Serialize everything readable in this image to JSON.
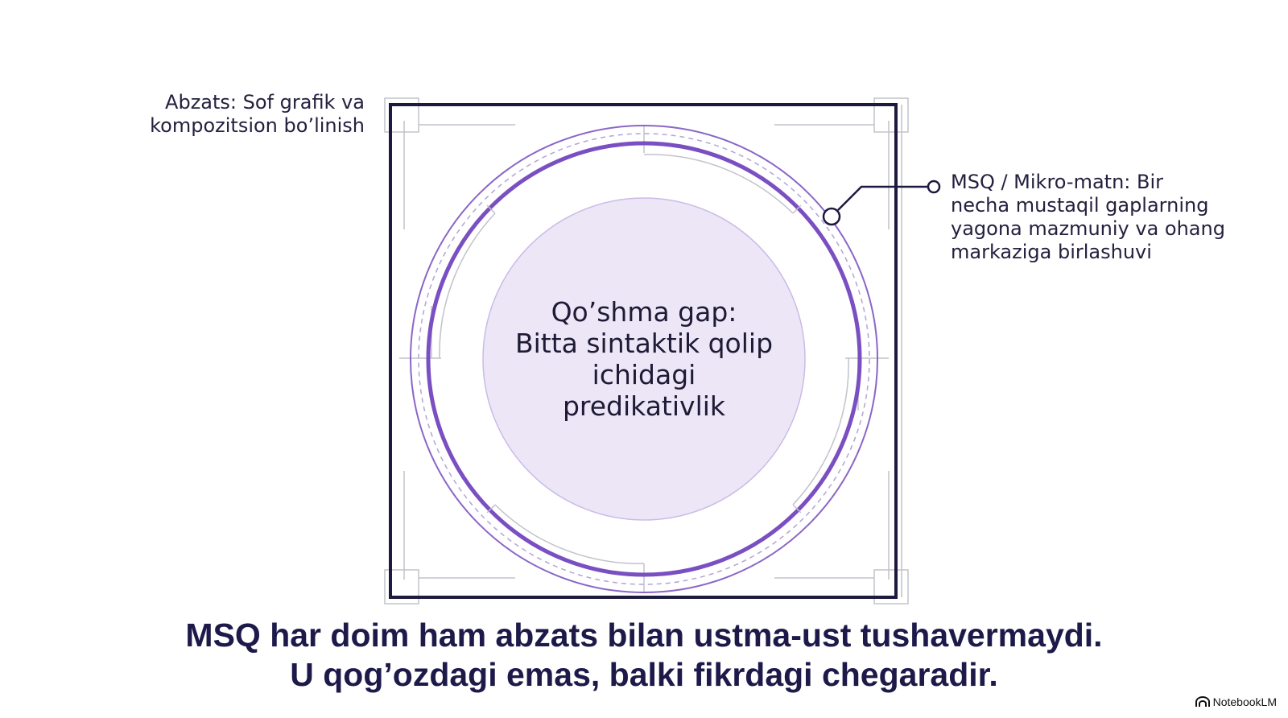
{
  "diagram": {
    "left_label": [
      "Abzats: Sof grafik va",
      "kompozitsion bo’linish"
    ],
    "right_label": [
      "MSQ / Mikro-matn: Bir",
      "necha mustaqil gaplarning",
      "yagona mazmuniy va ohang",
      "markaziga birlashuvi"
    ],
    "center_label": [
      "Qo’shma gap:",
      "Bitta sintaktik qolip",
      "ichidagi",
      "predikativlik"
    ],
    "colors": {
      "frame": "#1d1a3f",
      "ring": "#7a4fc2",
      "inner_fill": "#ece6f7",
      "guide": "#b8b8c2",
      "text": "#1c1a3f"
    }
  },
  "caption": [
    "MSQ har doim ham abzats bilan ustma-ust tushavermaydi.",
    "U qog’ozdagi emas, balki fikrdagi chegaradir."
  ],
  "branding": {
    "icon": "notebooklm-logo-icon",
    "name": "NotebookLM"
  }
}
